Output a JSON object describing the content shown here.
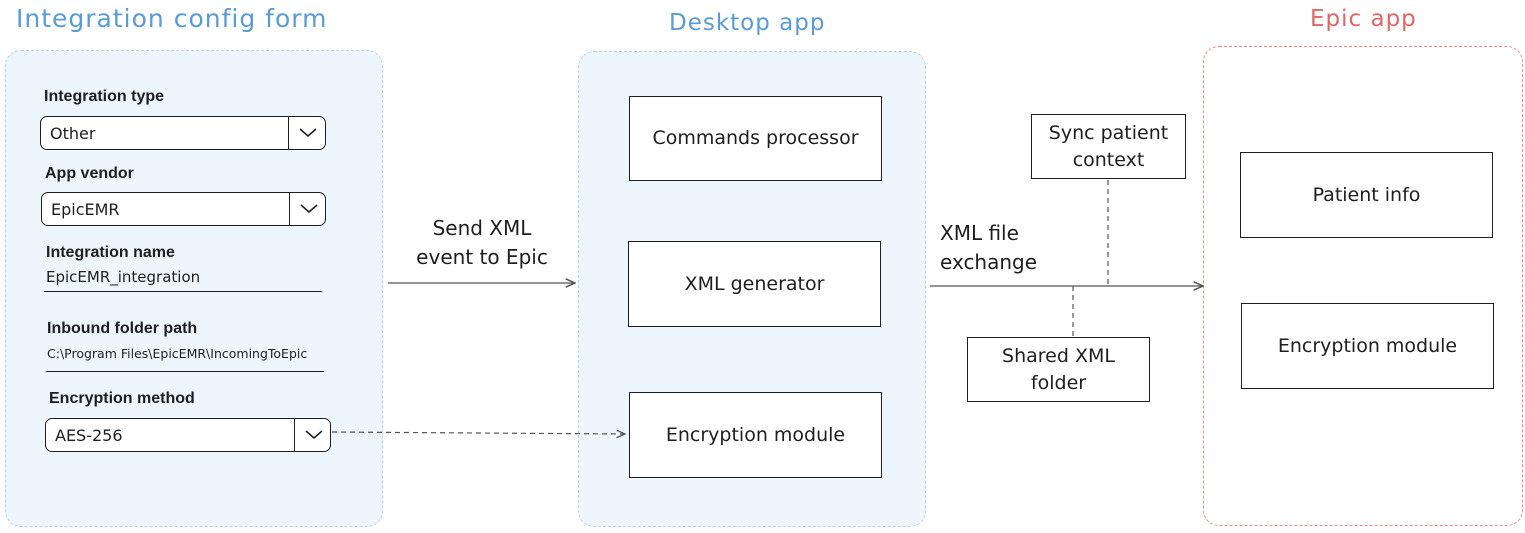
{
  "sections": {
    "config_form": {
      "title": "Integration config form",
      "color": "#5b9bd5"
    },
    "desktop_app": {
      "title": "Desktop app",
      "color": "#5b9bd5"
    },
    "epic_app": {
      "title": "Epic app",
      "color": "#e06666"
    }
  },
  "form": {
    "integration_type": {
      "label": "Integration type",
      "value": "Other"
    },
    "app_vendor": {
      "label": "App vendor",
      "value": "EpicEMR"
    },
    "integration_name": {
      "label": "Integration name",
      "value": "EpicEMR_integration"
    },
    "inbound_folder": {
      "label": "Inbound folder path",
      "value": "C:\\Program Files\\EpicEMR\\IncomingToEpic"
    },
    "encryption_method": {
      "label": "Encryption method",
      "value": "AES-256"
    }
  },
  "desktop": {
    "commands_processor": "Commands processor",
    "xml_generator": "XML generator",
    "encryption_module": "Encryption module"
  },
  "epic": {
    "patient_info": "Patient info",
    "encryption_module": "Encryption module"
  },
  "edges": {
    "send_xml": [
      "Send XML",
      "event to Epic"
    ],
    "xml_file_exchange": [
      "XML file",
      "exchange"
    ],
    "sync_patient_context": [
      "Sync patient",
      "context"
    ],
    "shared_xml_folder": [
      "Shared XML",
      "folder"
    ]
  },
  "colors": {
    "panel_fill": "#eef6fd",
    "blue_border": "#b7d2ea",
    "red_border": "#e88a8a",
    "ink": "#1e1e1e",
    "edge": "#555555"
  }
}
